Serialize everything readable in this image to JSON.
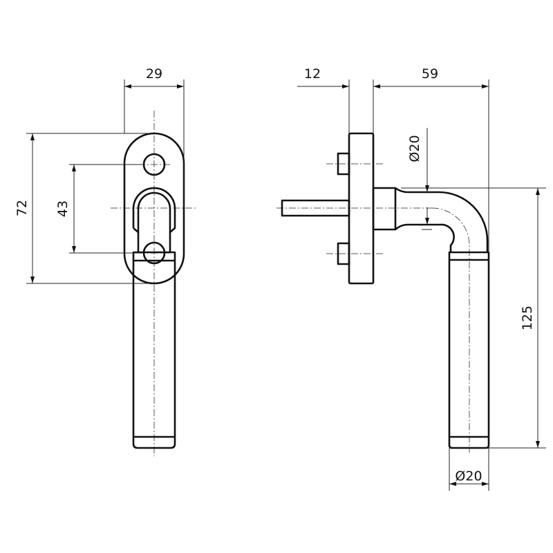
{
  "front_view": {
    "dim_width": "29",
    "dim_height": "72",
    "dim_hole_spacing": "43"
  },
  "side_view": {
    "dim_plate_thickness": "12",
    "dim_projection": "59",
    "dim_neck_diameter": "Ø20",
    "dim_handle_length": "125",
    "dim_grip_diameter": "Ø20"
  }
}
